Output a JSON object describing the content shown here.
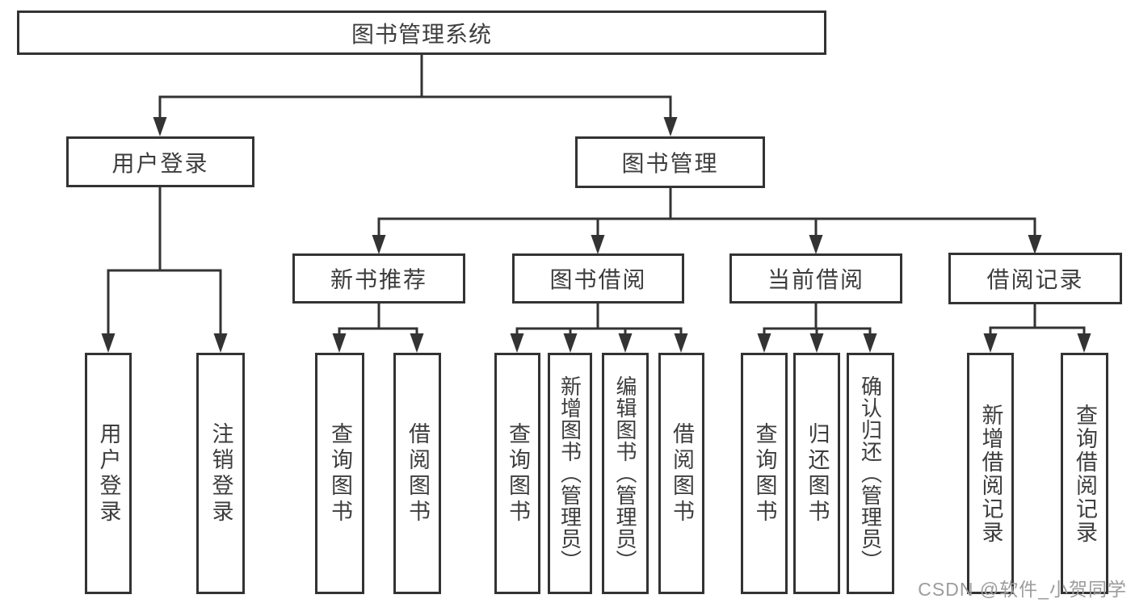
{
  "tree": {
    "root": {
      "label": "图书管理系统",
      "children": [
        {
          "label": "用户登录",
          "children": [
            {
              "label": "用户登录"
            },
            {
              "label": "注销登录"
            }
          ]
        },
        {
          "label": "图书管理",
          "children": [
            {
              "label": "新书推荐",
              "children": [
                {
                  "label": "查询图书"
                },
                {
                  "label": "借阅图书"
                }
              ]
            },
            {
              "label": "图书借阅",
              "children": [
                {
                  "label": "查询图书"
                },
                {
                  "label": "新增图书（管理员）"
                },
                {
                  "label": "编辑图书（管理员）"
                },
                {
                  "label": "借阅图书"
                }
              ]
            },
            {
              "label": "当前借阅",
              "children": [
                {
                  "label": "查询图书"
                },
                {
                  "label": "归还图书"
                },
                {
                  "label": "确认归还（管理员）"
                }
              ]
            },
            {
              "label": "借阅记录",
              "children": [
                {
                  "label": "新增借阅记录"
                },
                {
                  "label": "查询借阅记录"
                }
              ]
            }
          ]
        }
      ]
    }
  },
  "watermark": {
    "text": "CSDN @软件_小贺同学"
  },
  "colors": {
    "line": "#333333",
    "box_border": "#333333",
    "text": "#3d3d3d",
    "watermark": "#9c9c9c",
    "background": "#ffffff"
  }
}
